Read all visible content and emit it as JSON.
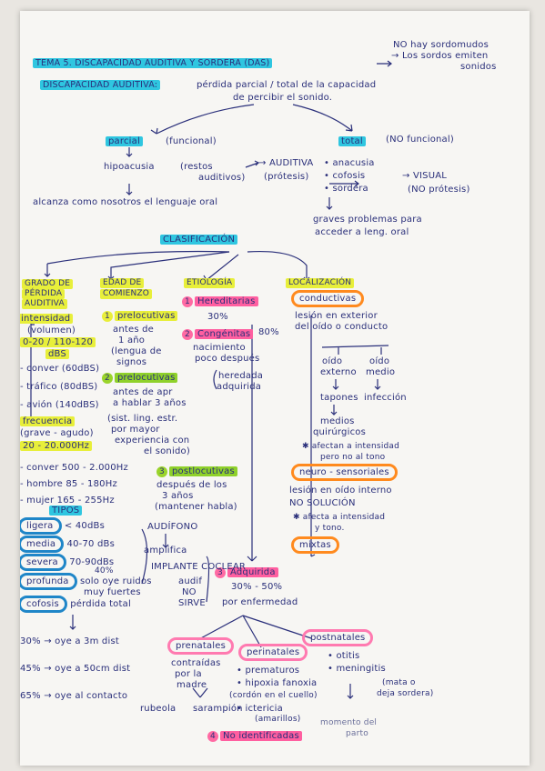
{
  "top_right": {
    "l1": "NO hay sordomudos",
    "l2": "→ Los sordos emiten",
    "l3": "sonidos"
  },
  "title": "TEMA 5. DISCAPACIDAD AUDITIVA Y SORDERA (DAS)",
  "def": {
    "label": "DISCAPACIDAD AUDITIVA:",
    "text1": "pérdida parcial / total de la capacidad",
    "text2": "de percibir el sonido."
  },
  "parcial": {
    "label": "parcial",
    "type": "(funcional)",
    "hipo": "hipoacusia",
    "restos": "(restos",
    "aud": "auditivos)",
    "arrow": "→ AUDITIVA",
    "protesis": "(prótesis)",
    "alcanza": "alcanza como nosotros el lenguaje oral"
  },
  "total": {
    "label": "total",
    "type": "(NO funcional)",
    "a": "• anacusia",
    "b": "• cofosis",
    "c": "• sordera",
    "visual": "→ VISUAL",
    "noprot": "(NO prótesis)",
    "graves1": "graves problemas para",
    "graves2": "acceder a leng. oral"
  },
  "clasif": "CLASIFICACIÓN",
  "cols": {
    "grado": "GRADO DE",
    "perdida": "PÉRDIDA",
    "auditiva": "AUDITIVA",
    "edad": "EDAD DE",
    "comienzo": "COMIENZO",
    "etio": "ETIOLOGÍA",
    "loc": "LOCALIZACIÓN"
  },
  "grado": {
    "int": "intensidad",
    "vol": "(volumen)",
    "range": "0-20 / 110-120",
    "dbs": "dBS",
    "conv": "- conver (60dBS)",
    "traf": "- tráfico (80dBS)",
    "avion": "- avión (140dBS)",
    "freq": "frecuencia",
    "grav": "(grave - agudo)",
    "hz": "20 - 20.000Hz",
    "conv2": "- conver 500 - 2.000Hz",
    "hombre": "- hombre 85 - 180Hz",
    "mujer": "- mujer 165 - 255Hz"
  },
  "edad": {
    "n1": "1",
    "pre": "prelocutivas",
    "antes": "antes de",
    "ano": "1 año",
    "lengua": "(lengua de",
    "signos": "signos",
    "n2": "2",
    "prel": "prelocutivas",
    "antesapr": "antes de apr",
    "hablar": "a hablar 3 años",
    "sist": "(sist. ling. estr.",
    "pormayor": "por mayor",
    "exp": "experiencia con",
    "sonido": "el sonido)",
    "n3": "3",
    "post": "postlocutivas",
    "despues": "después de los",
    "anos3": "3 años",
    "mantener": "(mantener habla)"
  },
  "etio": {
    "n1": "1",
    "hered": "Hereditarias",
    "p30": "30%",
    "n2": "2",
    "cong": "Congénitas",
    "p80": "80%",
    "nac": "nacimiento",
    "poco": "poco después",
    "heredada": "heredada",
    "adquirida": "adquirida",
    "n3": "3",
    "adq": "Adquirida",
    "p3050": "30% - 50%",
    "enf": "por enfermedad",
    "n4": "4",
    "noid": "No identificadas"
  },
  "loc": {
    "cond": "conductivas",
    "les1": "lesión en exterior",
    "les2": "del oído o conducto",
    "oext1": "oído",
    "oext2": "externo",
    "omed1": "oído",
    "omed2": "medio",
    "tapones": "tapones",
    "infec": "infección",
    "med1": "medios",
    "med2": "quirúrgicos",
    "afect1": "✱ afectan a intensidad",
    "afect2": "pero no al tono",
    "neuro": "neuro - sensoriales",
    "les3": "lesión en oído interno",
    "nosol": "NO SOLUCIÓN",
    "afect3": "✱ afecta a intensidad",
    "afect4": "y tono.",
    "mixtas": "mixtas"
  },
  "tipos": {
    "label": "TIPOS",
    "ligera": "ligera",
    "ligera_v": "< 40dBs",
    "media": "media",
    "media_v": "40-70 dBs",
    "severa": "severa",
    "severa_v": "70-90dBs",
    "profunda": "profunda",
    "profunda_v": "solo oye ruidos",
    "profunda_v2": "muy fuertes",
    "p40": "40%",
    "cofosis": "cofosis",
    "cofosis_v": "pérdida total",
    "audif": "AUDÍFONO",
    "amp": "amplifica",
    "implante": "IMPLANTE COCLEAR",
    "audif2": "audif",
    "no": "NO",
    "sirve": "SIRVE"
  },
  "oye": {
    "a": "30% → oye a 3m dist",
    "b": "45% → oye a 50cm dist",
    "c": "65% → oye al contacto"
  },
  "peri": {
    "pre": "prenatales",
    "contraidas": "contraídas",
    "porla": "por la",
    "madre": "madre",
    "rubeola": "rubeola",
    "saramp": "sarampión",
    "peri": "perinatales",
    "prem": "• prematuros",
    "hip": "• hipoxia fanoxia",
    "cordon": "(cordón en el cuello)",
    "ict": "• ictericia",
    "amar": "(amarillos)",
    "post": "postnatales",
    "otitis": "• otitis",
    "men": "• meningitis",
    "mata": "(mata o",
    "deja": "deja sordera)",
    "momento": "momento del",
    "parto": "parto"
  }
}
